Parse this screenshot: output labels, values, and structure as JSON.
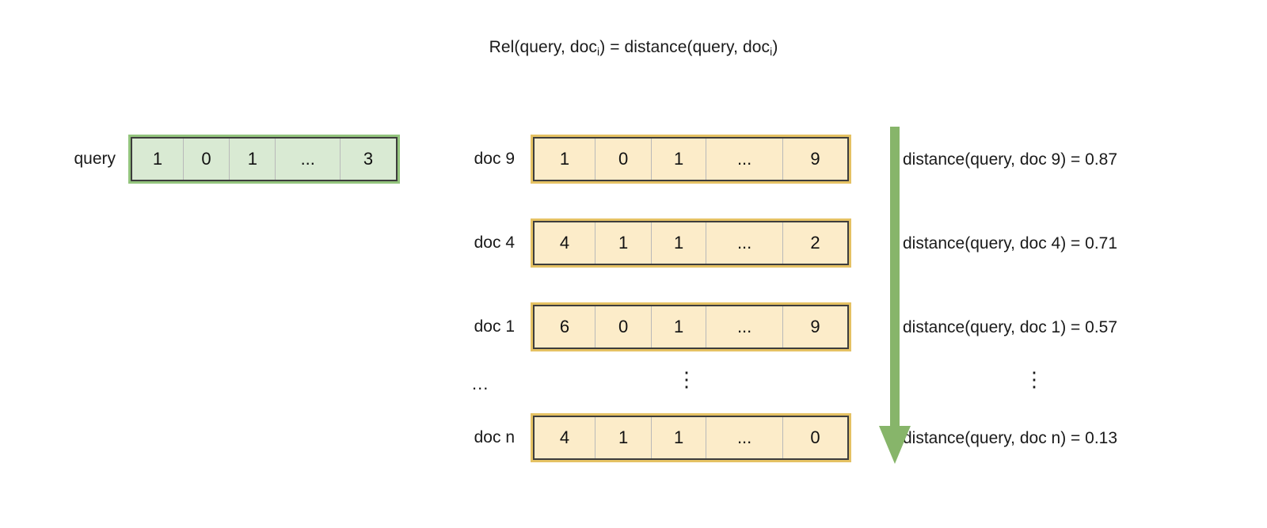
{
  "diagram": {
    "title": {
      "prefix": "Rel(query, doc",
      "sub1": "i",
      "middle": ") = distance(query, doc",
      "sub2": "i",
      "suffix": ")"
    },
    "query_row": {
      "label": "query",
      "cells": [
        "1",
        "0",
        "1",
        "...",
        "3"
      ],
      "fill_color": "#d9ead3",
      "border_color": "#93c47d"
    },
    "doc_fill_color": "#fcecc9",
    "doc_border_color": "#e5c264",
    "doc_rows": [
      {
        "label": "doc 9",
        "cells": [
          "1",
          "0",
          "1",
          "...",
          "9"
        ],
        "distance_text": "distance(query, doc 9) = 0.87",
        "distance_value": 0.87
      },
      {
        "label": "doc 4",
        "cells": [
          "4",
          "1",
          "1",
          "...",
          "2"
        ],
        "distance_text": "distance(query, doc 4) = 0.71",
        "distance_value": 0.71
      },
      {
        "label": "doc 1",
        "cells": [
          "6",
          "0",
          "1",
          "...",
          "9"
        ],
        "distance_text": "distance(query, doc 1) = 0.57",
        "distance_value": 0.57
      },
      {
        "label": "doc n",
        "cells": [
          "4",
          "1",
          "1",
          "...",
          "0"
        ],
        "distance_text": "distance(query, doc n) = 0.13",
        "distance_value": 0.13
      }
    ],
    "ellipsis_row": {
      "left_label": "...",
      "center_glyph": "⋮",
      "right_glyph": "⋮"
    },
    "arrow": {
      "name": "descending-rank-arrow",
      "color": "#87b56a",
      "direction": "down"
    }
  }
}
